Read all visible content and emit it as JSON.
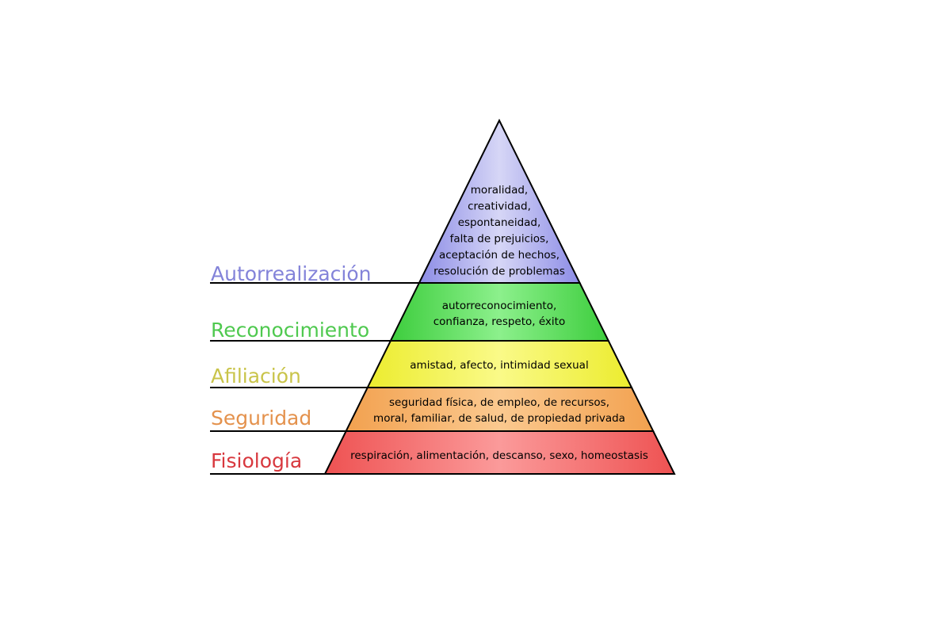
{
  "levels": [
    {
      "name": "Autorrealización",
      "lines": [
        "moralidad,",
        "creatividad,",
        "espontaneidad,",
        "falta de prejuicios,",
        "aceptación de hechos,",
        "resolución de problemas"
      ],
      "fill_light": "#d6d6f6",
      "fill_dark": "#8c8ce6",
      "label_color": "#8383d9"
    },
    {
      "name": "Reconocimiento",
      "lines": [
        "autorreconocimiento,",
        "confianza, respeto, éxito"
      ],
      "fill_light": "#8cf08c",
      "fill_dark": "#3dcd3d",
      "label_color": "#4fc94f"
    },
    {
      "name": "Afiliación",
      "lines": [
        "amistad, afecto, intimidad sexual"
      ],
      "fill_light": "#fafa88",
      "fill_dark": "#ecec2e",
      "label_color": "#c9c44a"
    },
    {
      "name": "Seguridad",
      "lines": [
        "seguridad física, de empleo, de recursos,",
        "moral, familiar, de salud, de propiedad privada"
      ],
      "fill_light": "#fbc98f",
      "fill_dark": "#f2a14f",
      "label_color": "#e4924d"
    },
    {
      "name": "Fisiología",
      "lines": [
        "respiración, alimentación, descanso, sexo, homeostasis"
      ],
      "fill_light": "#fb9a9a",
      "fill_dark": "#ee5252",
      "label_color": "#d8383e"
    }
  ]
}
